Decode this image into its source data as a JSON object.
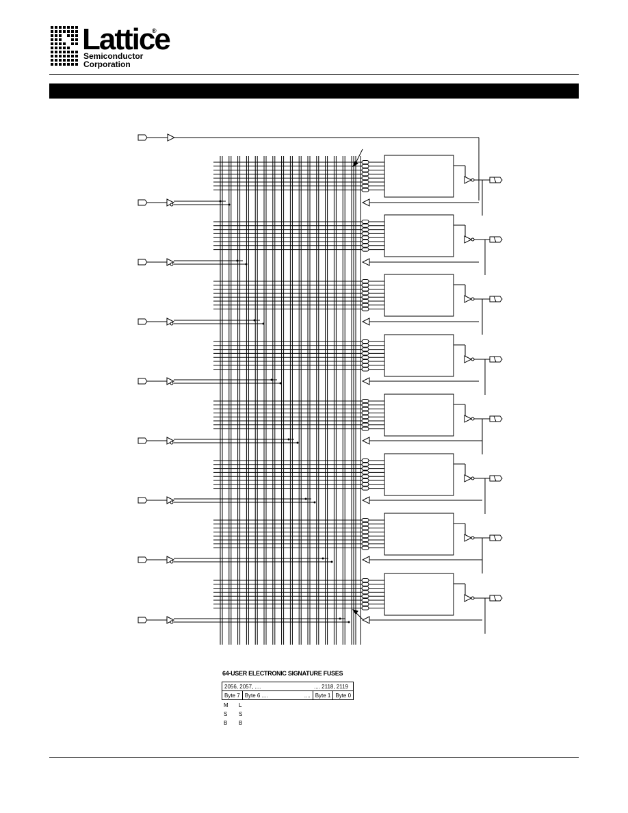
{
  "header": {
    "company_word": "Lattice",
    "company_line1": "Semiconductor",
    "company_line2": "Corporation",
    "registered": "®"
  },
  "signature": {
    "title": "64-USER ELECTRONIC SIGNATURE FUSES",
    "fuse_start": "2056, 2057, ....",
    "fuse_end": ".... 2118, 2119",
    "byte7": "Byte 7",
    "byte6": "Byte 6 ....",
    "byte_dots": "....",
    "byte1": "Byte 1",
    "byte0": "Byte 0",
    "msb_letters": [
      "M",
      "S",
      "B"
    ],
    "lsb_letters": [
      "L",
      "S",
      "B"
    ]
  },
  "colors": {
    "ink": "#000000",
    "paper": "#ffffff"
  }
}
